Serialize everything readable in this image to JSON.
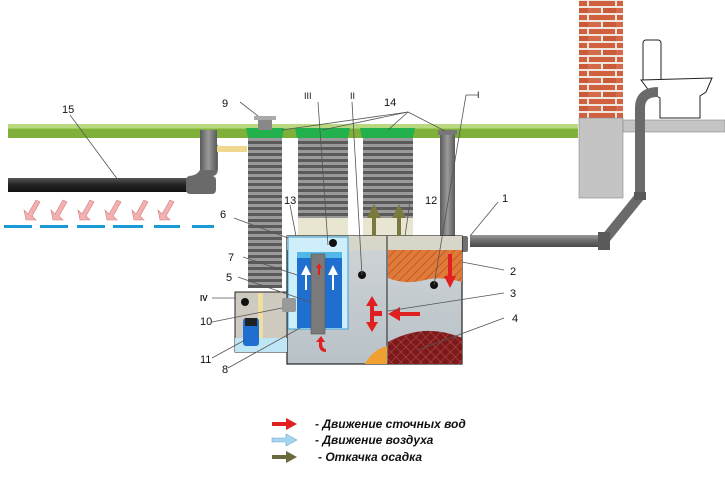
{
  "diagram": {
    "title": "Septic tank scheme",
    "labels": [
      {
        "id": "1",
        "text": "1"
      },
      {
        "id": "2",
        "text": "2"
      },
      {
        "id": "3",
        "text": "3"
      },
      {
        "id": "4",
        "text": "4"
      },
      {
        "id": "5",
        "text": "5"
      },
      {
        "id": "6",
        "text": "6"
      },
      {
        "id": "7",
        "text": "7"
      },
      {
        "id": "8",
        "text": "8"
      },
      {
        "id": "9",
        "text": "9"
      },
      {
        "id": "10",
        "text": "10"
      },
      {
        "id": "11",
        "text": "11"
      },
      {
        "id": "12",
        "text": "12"
      },
      {
        "id": "13",
        "text": "13"
      },
      {
        "id": "14",
        "text": "14"
      },
      {
        "id": "15",
        "text": "15"
      },
      {
        "id": "I",
        "text": "I"
      },
      {
        "id": "II",
        "text": "II"
      },
      {
        "id": "III",
        "text": "III"
      },
      {
        "id": "IV",
        "text": "IV"
      }
    ]
  },
  "legend": [
    {
      "label": "- Движение сточных вод",
      "arrow": "red-arrow",
      "color": "#e02020"
    },
    {
      "label": "- Движение воздуха",
      "arrow": "light-blue-arrow",
      "color": "#a8d4f0"
    },
    {
      "label": "- Откачка осадка",
      "arrow": "olive-arrow",
      "color": "#6b6a3a"
    }
  ],
  "colors": {
    "grass": "#7fb03a",
    "pipe": "#6e6e6e",
    "tank": "#c9c9c5",
    "water": "#b9c7cf",
    "lid": "#22b14c",
    "brick": "#d46a4a",
    "scum": "#e07a3a",
    "sludge": "#8a1f1f",
    "blue_chamber": "#1f7fd6",
    "groundwater": "#1a9ad6"
  }
}
